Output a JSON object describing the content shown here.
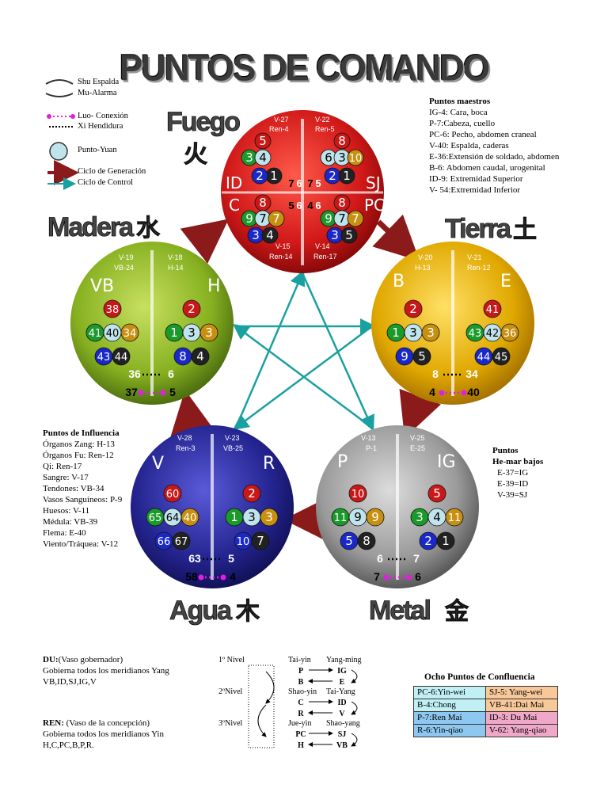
{
  "title": "PUNTOS DE COMANDO",
  "legend": {
    "shu": "Shu Espalda",
    "mu": "Mu-Alarma",
    "luo": "Luo- Conexión",
    "xi": "Xi Hendidura",
    "yuan": "Punto-Yuan",
    "gen": "Ciclo de Generación",
    "ctrl": "Ciclo de Control"
  },
  "colors": {
    "fire": "#d42020",
    "earth": "#e8b000",
    "metal": "#9a9a9a",
    "water": "#2a2a8a",
    "wood": "#86b020",
    "gen_arrow": "#8b1a1a",
    "ctrl_arrow": "#1aa0a0"
  },
  "maestros": {
    "title": "Puntos maestros",
    "items": [
      "IG-4: Cara, boca",
      "P-7:Cabeza, cuello",
      "PC-6: Pecho, abdomen craneal",
      "V-40: Espalda, caderas",
      "E-36:Extensión de soldado, abdomen",
      "B-6: Abdomen caudal, urogenital",
      "ID-9: Extremidad Superior",
      "V- 54:Extremidad Inferior"
    ]
  },
  "influencia": {
    "title": "Puntos de Influencia",
    "items": [
      "Órganos Zang: H-13",
      "Órganos Fu: Ren-12",
      "Qi: Ren-17",
      "Sangre: V-17",
      "Tendones: VB-34",
      "Vasos Sanguíneos: P-9",
      "Huesos: V-11",
      "Médula: VB-39",
      "Flema: E-40",
      "Viento/Tráquea: V-12"
    ]
  },
  "hemar": {
    "title1": "Puntos",
    "title2": "He-mar bajos",
    "items": [
      "E-37=IG",
      "E-39=ID",
      "V-39=SJ"
    ]
  },
  "du": {
    "head": "DU:",
    "rest": "(Vaso gobernador)",
    "l2": "Gobierna todos los meridianos Yang",
    "l3": "VB,ID,SJ,IG,V"
  },
  "ren": {
    "head": "REN:",
    "rest": " (Vaso de la concepción)",
    "l2": "Gobierna todos los meridianos Yin",
    "l3": "H,C,PC,B,P,R."
  },
  "niveles": [
    {
      "label": "1º Nivel",
      "yin": "Tai-yin",
      "yang": "Yang-ming",
      "a": "P",
      "b": "IG",
      "c": "B",
      "d": "E"
    },
    {
      "label": "2ºNivel",
      "yin": "Shao-yin",
      "yang": "Tai-Yang",
      "a": "C",
      "b": "ID",
      "c": "R",
      "d": "V"
    },
    {
      "label": "3ºNivel",
      "yin": "Jue-yin",
      "yang": "Shao-yang",
      "a": "PC",
      "b": "SJ",
      "c": "H",
      "d": "VB"
    }
  ],
  "ocho": {
    "title": "Ocho Puntos de Confluencia",
    "cells": [
      [
        "PC-6:Yin-wei",
        "SJ-5: Yang-wei"
      ],
      [
        "B-4:Chong",
        "VB-41:Dai Mai"
      ],
      [
        "P-7:Ren Mai",
        "ID-3: Du Mai"
      ],
      [
        "R-6:Yin-qiao",
        "V-62: Yang-qiao"
      ]
    ]
  },
  "elements": {
    "fire": {
      "name": "Fuego",
      "char": "火",
      "lm": "ID",
      "rm": "SJ",
      "lm2": "C",
      "rm2": "PC",
      "shu_l1": "V-27",
      "shu_r1": "V-22",
      "shu_l2": "Ren-4",
      "shu_r2": "Ren-5",
      "shu_l3": "V-15",
      "shu_r3": "V-14",
      "shu_l4": "Ren-14",
      "shu_r4": "Ren-17",
      "n": [
        "5",
        "6",
        "3",
        "4",
        "8",
        "2",
        "1",
        "6",
        "3",
        "10",
        "2",
        "1",
        "7",
        "6",
        "7",
        "5",
        "5",
        "6",
        "4",
        "6",
        "8",
        "8",
        "9",
        "7",
        "7",
        "9",
        "7",
        "7",
        "3",
        "4",
        "3",
        "5"
      ]
    },
    "earth": {
      "name": "Tierra",
      "char": "土",
      "lm": "B",
      "rm": "E",
      "s1": "V-20",
      "s2": "V-21",
      "s3": "H-13",
      "s4": "Ren-12",
      "n": [
        "2",
        "41",
        "1",
        "3",
        "3",
        "43",
        "42",
        "36",
        "9",
        "5",
        "44",
        "45",
        "8",
        "34",
        "4",
        "40"
      ]
    },
    "metal": {
      "name": "Metal",
      "char": "金",
      "lm": "P",
      "rm": "IG",
      "s1": "V-13",
      "s2": "V-25",
      "s3": "P-1",
      "s4": "E-25",
      "n": [
        "10",
        "5",
        "11",
        "9",
        "9",
        "3",
        "4",
        "11",
        "5",
        "8",
        "2",
        "1",
        "6",
        "7",
        "7",
        "6"
      ]
    },
    "water": {
      "name": "Agua",
      "char": "木",
      "lm": "V",
      "rm": "R",
      "s1": "V-28",
      "s2": "V-23",
      "s3": "Ren-3",
      "s4": "VB-25",
      "n": [
        "60",
        "2",
        "65",
        "64",
        "40",
        "1",
        "3",
        "3",
        "66",
        "67",
        "10",
        "7",
        "63",
        "5",
        "58",
        "4"
      ]
    },
    "wood": {
      "name": "Madera",
      "char": "水",
      "lm": "VB",
      "rm": "H",
      "s1": "V-19",
      "s2": "V-18",
      "s3": "VB-24",
      "s4": "H-14",
      "n": [
        "38",
        "2",
        "41",
        "40",
        "34",
        "1",
        "3",
        "3",
        "43",
        "44",
        "8",
        "4",
        "36",
        "6",
        "37",
        "5"
      ]
    }
  }
}
